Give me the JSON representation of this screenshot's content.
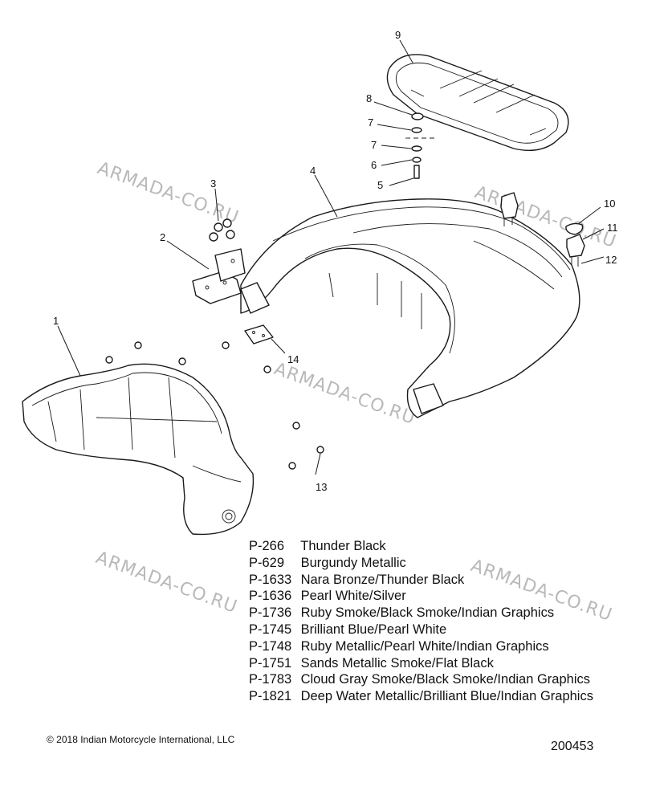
{
  "diagram": {
    "callouts": {
      "c1": "1",
      "c2": "2",
      "c3": "3",
      "c4": "4",
      "c5": "5",
      "c6": "6",
      "c7a": "7",
      "c7b": "7",
      "c8": "8",
      "c9": "9",
      "c10": "10",
      "c11": "11",
      "c12": "12",
      "c13": "13",
      "c14": "14"
    },
    "parts": {
      "p1": "backrest-pad-icon",
      "p2": "mounting-bracket-icon",
      "p3": "nut-icon",
      "p4": "trunk-lid-icon",
      "p5": "bolt-icon",
      "p6": "spacer-icon",
      "p7": "washer-icon",
      "p8": "grommet-icon",
      "p9": "luggage-rack-icon",
      "p10": "gasket-icon",
      "p11": "hinge-bracket-icon",
      "p12": "screw-icon",
      "p13": "push-fastener-icon",
      "p14": "hinge-plate-icon"
    },
    "watermark_text": "ARMADA-CO.RU"
  },
  "color_codes": [
    {
      "code": "P-266",
      "name": "Thunder Black"
    },
    {
      "code": "P-629",
      "name": "Burgundy Metallic"
    },
    {
      "code": "P-1633",
      "name": "Nara Bronze/Thunder Black"
    },
    {
      "code": "P-1636",
      "name": "Pearl White/Silver"
    },
    {
      "code": "P-1736",
      "name": "Ruby Smoke/Black Smoke/Indian Graphics"
    },
    {
      "code": "P-1745",
      "name": "Brilliant Blue/Pearl White"
    },
    {
      "code": "P-1748",
      "name": "Ruby Metallic/Pearl White/Indian Graphics"
    },
    {
      "code": "P-1751",
      "name": "Sands Metallic Smoke/Flat Black"
    },
    {
      "code": "P-1783",
      "name": "Cloud Gray Smoke/Black Smoke/Indian Graphics"
    },
    {
      "code": "P-1821",
      "name": "Deep Water Metallic/Brilliant Blue/Indian Graphics"
    }
  ],
  "footer": {
    "copyright": "© 2018 Indian Motorcycle International, LLC",
    "drawing_number": "200453"
  }
}
